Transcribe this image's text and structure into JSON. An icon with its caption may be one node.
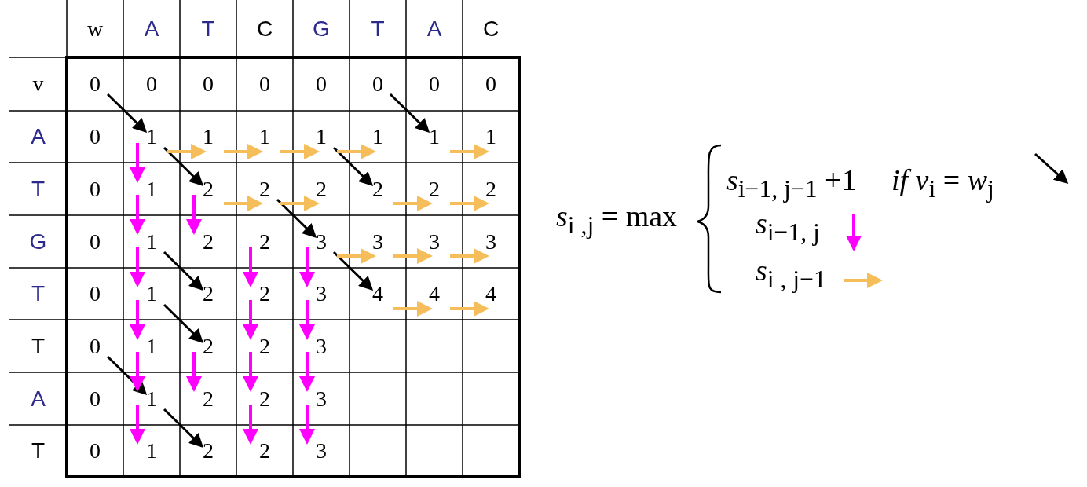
{
  "diagram": {
    "labels": [
      "w",
      "A",
      "T",
      "C",
      "G",
      "T",
      "A",
      "C",
      "v",
      "0",
      "0",
      "0",
      "0",
      "0",
      "0",
      "0",
      "0",
      "A",
      "0",
      "1",
      "1",
      "1",
      "1",
      "1",
      "1",
      "1",
      "T",
      "0",
      "1",
      "2",
      "2",
      "2",
      "2",
      "2",
      "2",
      "G",
      "0",
      "1",
      "2",
      "2",
      "3",
      "3",
      "3",
      "3",
      "T",
      "0",
      "1",
      "2",
      "2",
      "3",
      "4",
      "4",
      "4",
      "T",
      "0",
      "1",
      "2",
      "2",
      "3",
      "A",
      "0",
      "1",
      "2",
      "2",
      "3",
      "T",
      "0",
      "1",
      "2",
      "2",
      "3",
      "*s*$_{i ,j}$ = max",
      "*s*$_{i−1, j−1}$ +1",
      "*if v*$_{i}$ = *w*$_{j}$",
      "*s*$_{i−1, j}$",
      "*s*$_{i , j−1}$"
    ]
  }
}
